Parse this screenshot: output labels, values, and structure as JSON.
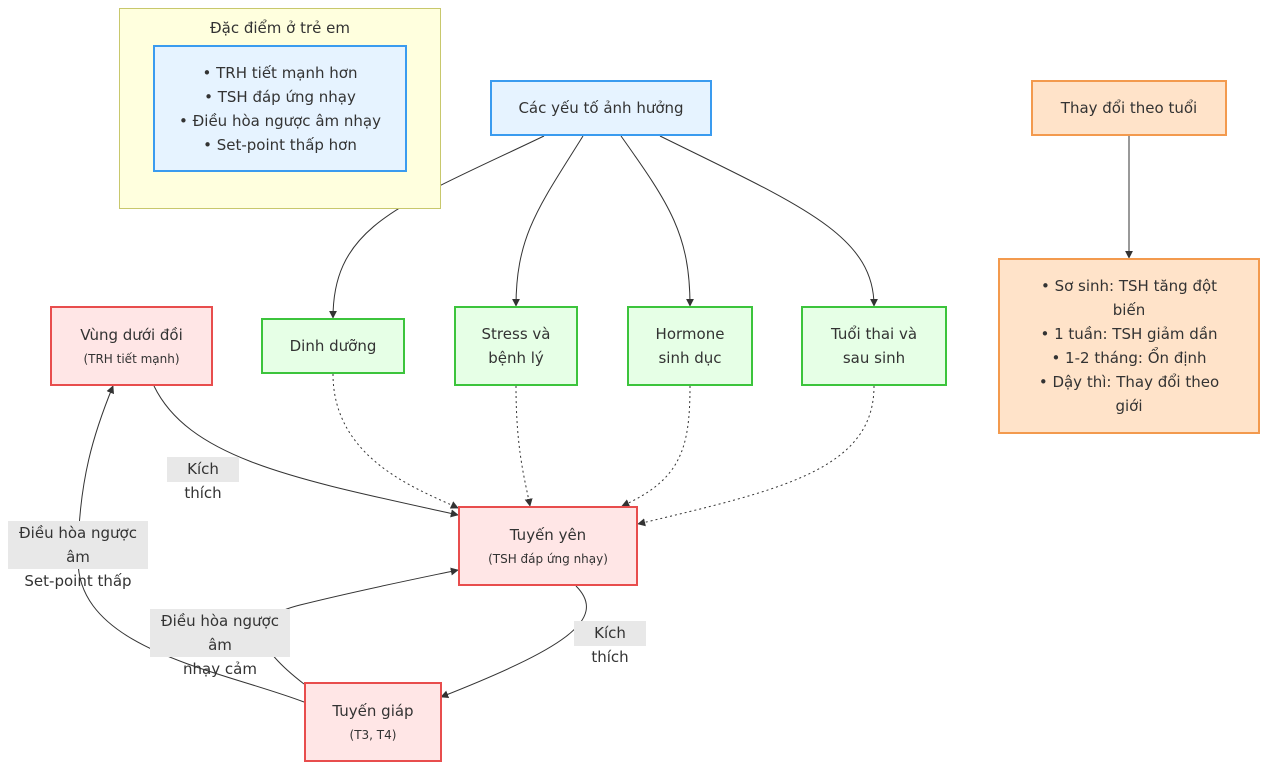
{
  "cluster": {
    "title": "Đặc điểm ở trẻ em"
  },
  "nodes": {
    "child_traits": {
      "lines": [
        "• TRH tiết mạnh hơn",
        "• TSH đáp ứng nhạy",
        "• Điều hòa ngược âm nhạy",
        "• Set-point thấp hơn"
      ]
    },
    "factors": {
      "label": "Các yếu tố ảnh hưởng"
    },
    "age_changes": {
      "label": "Thay đổi theo tuổi"
    },
    "age_details": {
      "lines": [
        "• Sơ sinh: TSH tăng đột",
        "biến",
        "• 1 tuần: TSH giảm dần",
        "• 1-2 tháng: Ổn định",
        "• Dậy thì: Thay đổi theo",
        "giới"
      ]
    },
    "hypothalamus": {
      "label": "Vùng dưới đồi",
      "sub": "(TRH tiết mạnh)"
    },
    "nutrition": {
      "label": "Dinh dưỡng"
    },
    "stress": {
      "label": "Stress và bệnh lý"
    },
    "hormone": {
      "label": "Hormone sinh dục"
    },
    "gestational": {
      "label": "Tuổi thai và sau sinh"
    },
    "pituitary": {
      "label": "Tuyến yên",
      "sub": "(TSH đáp ứng nhạy)"
    },
    "thyroid": {
      "label": "Tuyến giáp",
      "sub": "(T3, T4)"
    }
  },
  "edge_labels": {
    "stim1": "Kích thích",
    "stim2": "Kích thích",
    "feedback1": [
      "Điều hòa ngược âm",
      "Set-point thấp"
    ],
    "feedback2": [
      "Điều hòa ngược âm",
      "nhạy cảm"
    ]
  }
}
